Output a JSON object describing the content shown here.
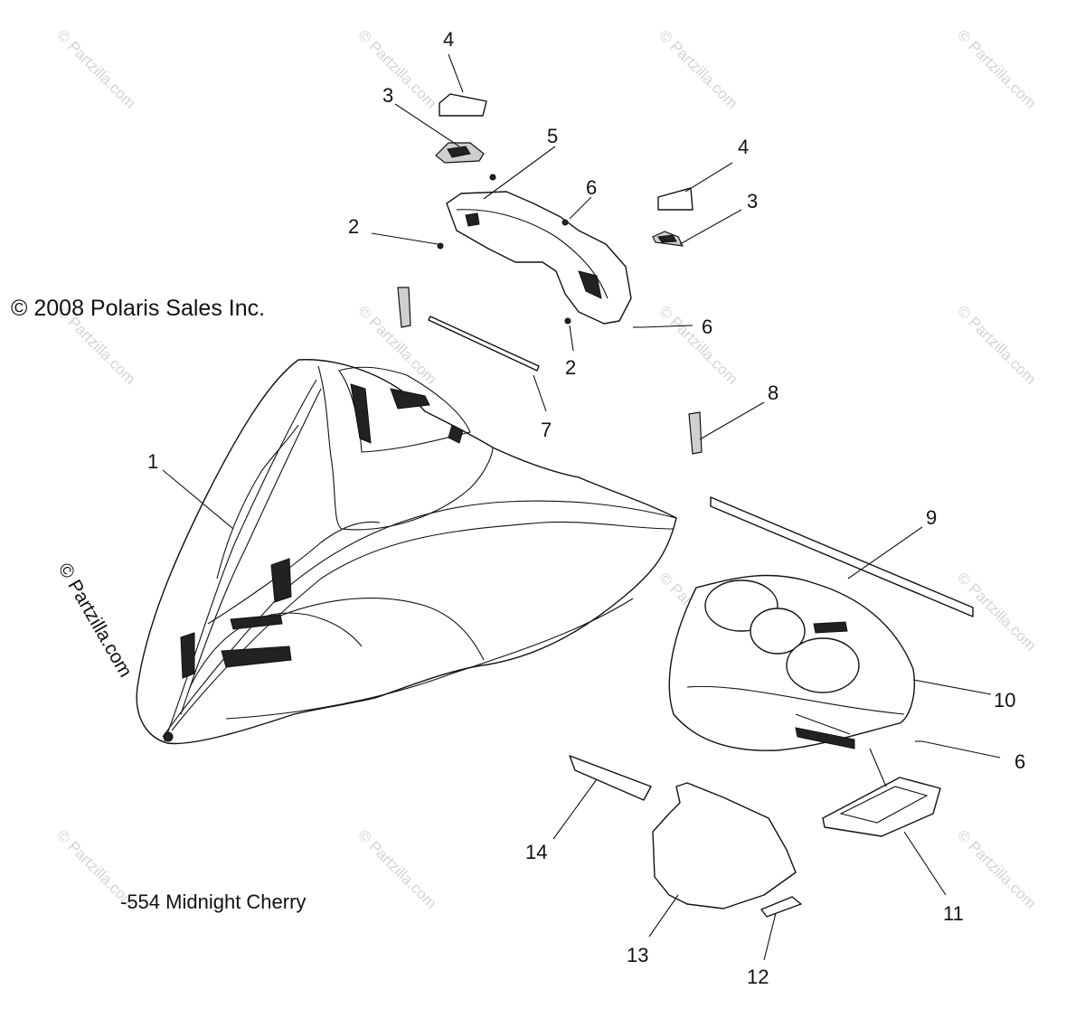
{
  "copyright": "© 2008 Polaris Sales Inc.",
  "color_code": "-554 Midnight Cherry",
  "watermark": "© Partzilla.com",
  "side_watermark": "© Partzilla.com",
  "labels": {
    "l1": "1",
    "l2a": "2",
    "l2b": "2",
    "l3a": "3",
    "l3b": "3",
    "l4a": "4",
    "l4b": "4",
    "l5": "5",
    "l6a": "6",
    "l6b": "6",
    "l6c": "6",
    "l7": "7",
    "l8": "8",
    "l9": "9",
    "l10": "10",
    "l11": "11",
    "l12": "12",
    "l13": "13",
    "l14": "14"
  }
}
